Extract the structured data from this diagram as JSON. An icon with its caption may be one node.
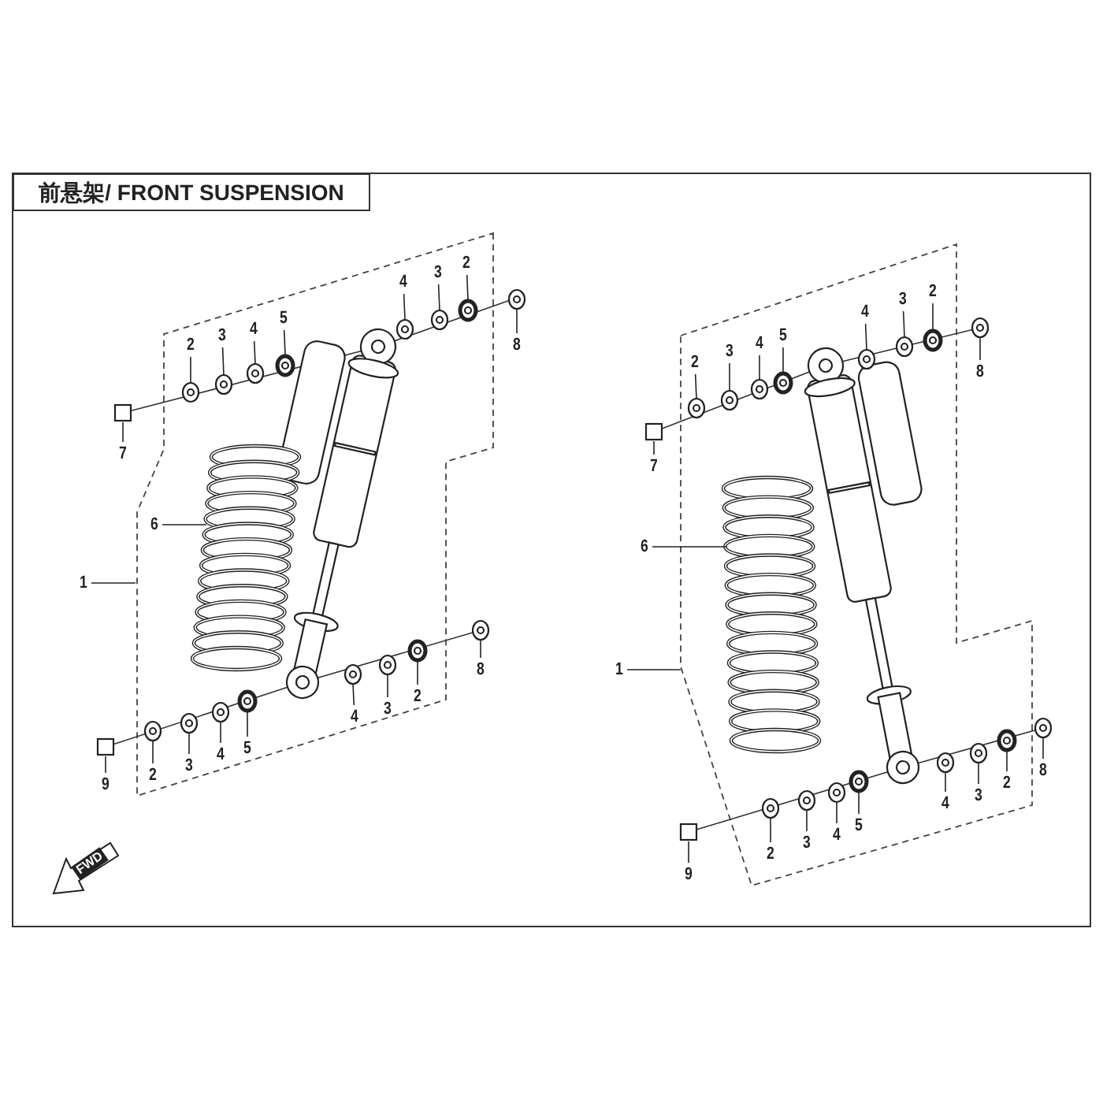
{
  "diagram": {
    "title": "前悬架/ FRONT SUSPENSION",
    "nodes": [
      {
        "text": [
          "4"
        ]
      },
      {
        "text": [
          "3"
        ]
      },
      {
        "text": [
          "2"
        ]
      },
      {
        "text": [
          "8"
        ]
      },
      {
        "text": [
          "2"
        ]
      },
      {
        "text": [
          "3"
        ]
      },
      {
        "text": [
          "4"
        ]
      },
      {
        "text": [
          "5"
        ]
      },
      {
        "text": [
          "7"
        ]
      },
      {
        "text": [
          "6"
        ]
      },
      {
        "text": [
          "1"
        ]
      },
      {
        "text": [
          "8"
        ]
      },
      {
        "text": [
          "4"
        ]
      },
      {
        "text": [
          "3"
        ]
      },
      {
        "text": [
          "2"
        ]
      },
      {
        "text": [
          "9"
        ]
      },
      {
        "text": [
          "2"
        ]
      },
      {
        "text": [
          "3"
        ]
      },
      {
        "text": [
          "4"
        ]
      },
      {
        "text": [
          "5"
        ]
      },
      {
        "text": [
          "4"
        ]
      },
      {
        "text": [
          "3"
        ]
      },
      {
        "text": [
          "2"
        ]
      },
      {
        "text": [
          "8"
        ]
      },
      {
        "text": [
          "2"
        ]
      },
      {
        "text": [
          "3"
        ]
      },
      {
        "text": [
          "4"
        ]
      },
      {
        "text": [
          "5"
        ]
      },
      {
        "text": [
          "7"
        ]
      },
      {
        "text": [
          "6"
        ]
      },
      {
        "text": [
          "1"
        ]
      },
      {
        "text": [
          "8"
        ]
      },
      {
        "text": [
          "4"
        ]
      },
      {
        "text": [
          "3"
        ]
      },
      {
        "text": [
          "2"
        ]
      },
      {
        "text": [
          "9"
        ]
      },
      {
        "text": [
          "2"
        ]
      },
      {
        "text": [
          "3"
        ]
      },
      {
        "text": [
          "4"
        ]
      },
      {
        "text": [
          "5"
        ]
      },
      {
        "text": [],
        "shape": "ring"
      },
      {
        "text": [],
        "shape": "ring"
      },
      {
        "text": [],
        "shape": "nut"
      },
      {
        "text": [],
        "shape": "ring"
      },
      {
        "text": [],
        "shape": "ring"
      },
      {
        "text": [],
        "shape": "ring"
      },
      {
        "text": [],
        "shape": "ring"
      },
      {
        "text": [],
        "shape": "nut"
      },
      {
        "text": [],
        "shape": "bolt"
      },
      {
        "text": [],
        "shape": "spring"
      },
      {
        "text": [],
        "shape": "ring"
      },
      {
        "text": [],
        "shape": "ring"
      },
      {
        "text": [],
        "shape": "ring"
      },
      {
        "text": [],
        "shape": "nut"
      },
      {
        "text": [],
        "shape": "bolt"
      },
      {
        "text": [],
        "shape": "ring"
      },
      {
        "text": [],
        "shape": "ring"
      },
      {
        "text": [],
        "shape": "ring"
      },
      {
        "text": [],
        "shape": "nut"
      },
      {
        "text": [],
        "shape": "ring"
      },
      {
        "text": [],
        "shape": "ring"
      },
      {
        "text": [],
        "shape": "nut"
      },
      {
        "text": [],
        "shape": "ring"
      },
      {
        "text": [],
        "shape": "ring"
      },
      {
        "text": [],
        "shape": "ring"
      },
      {
        "text": [],
        "shape": "ring"
      },
      {
        "text": [],
        "shape": "nut"
      },
      {
        "text": [],
        "shape": "bolt"
      },
      {
        "text": [],
        "shape": "spring"
      },
      {
        "text": [],
        "shape": "ring"
      },
      {
        "text": [],
        "shape": "ring"
      },
      {
        "text": [],
        "shape": "ring"
      },
      {
        "text": [],
        "shape": "nut"
      },
      {
        "text": [],
        "shape": "bolt"
      },
      {
        "text": [],
        "shape": "ring"
      },
      {
        "text": [],
        "shape": "ring"
      },
      {
        "text": [],
        "shape": "ring"
      },
      {
        "text": [],
        "shape": "nut"
      }
    ],
    "edges": [
      {
        "from": 0,
        "to": 40,
        "arrow": "none"
      },
      {
        "from": 1,
        "to": 41,
        "arrow": "none"
      },
      {
        "from": 2,
        "to": 42,
        "arrow": "none"
      },
      {
        "from": 3,
        "to": 43,
        "arrow": "none"
      },
      {
        "from": 4,
        "to": 44,
        "arrow": "none"
      },
      {
        "from": 5,
        "to": 45,
        "arrow": "none"
      },
      {
        "from": 6,
        "to": 46,
        "arrow": "none"
      },
      {
        "from": 7,
        "to": 47,
        "arrow": "none"
      },
      {
        "from": 8,
        "to": 48,
        "arrow": "none"
      },
      {
        "from": 9,
        "to": 49,
        "arrow": "none"
      },
      {
        "from": 10,
        "to": null,
        "arrow": "none"
      },
      {
        "from": 11,
        "to": 50,
        "arrow": "none"
      },
      {
        "from": 12,
        "to": 51,
        "arrow": "none"
      },
      {
        "from": 13,
        "to": 52,
        "arrow": "none"
      },
      {
        "from": 14,
        "to": 53,
        "arrow": "none"
      },
      {
        "from": 15,
        "to": 54,
        "arrow": "none"
      },
      {
        "from": 16,
        "to": 55,
        "arrow": "none"
      },
      {
        "from": 17,
        "to": 56,
        "arrow": "none"
      },
      {
        "from": 18,
        "to": 57,
        "arrow": "none"
      },
      {
        "from": 19,
        "to": 58,
        "arrow": "none"
      },
      {
        "from": 20,
        "to": 59,
        "arrow": "none"
      },
      {
        "from": 21,
        "to": 60,
        "arrow": "none"
      },
      {
        "from": 22,
        "to": 61,
        "arrow": "none"
      },
      {
        "from": 23,
        "to": 62,
        "arrow": "none"
      },
      {
        "from": 24,
        "to": 63,
        "arrow": "none"
      },
      {
        "from": 25,
        "to": 64,
        "arrow": "none"
      },
      {
        "from": 26,
        "to": 65,
        "arrow": "none"
      },
      {
        "from": 27,
        "to": 66,
        "arrow": "none"
      },
      {
        "from": 28,
        "to": 67,
        "arrow": "none"
      },
      {
        "from": 29,
        "to": 68,
        "arrow": "none"
      },
      {
        "from": 30,
        "to": null,
        "arrow": "none"
      },
      {
        "from": 31,
        "to": 69,
        "arrow": "none"
      },
      {
        "from": 32,
        "to": 70,
        "arrow": "none"
      },
      {
        "from": 33,
        "to": 71,
        "arrow": "none"
      },
      {
        "from": 34,
        "to": 72,
        "arrow": "none"
      },
      {
        "from": 35,
        "to": 73,
        "arrow": "none"
      },
      {
        "from": 36,
        "to": 74,
        "arrow": "none"
      },
      {
        "from": 37,
        "to": 75,
        "arrow": "none"
      },
      {
        "from": 38,
        "to": 76,
        "arrow": "none"
      },
      {
        "from": 39,
        "to": 77,
        "arrow": "none"
      }
    ],
    "labels": [
      "FWD"
    ]
  }
}
